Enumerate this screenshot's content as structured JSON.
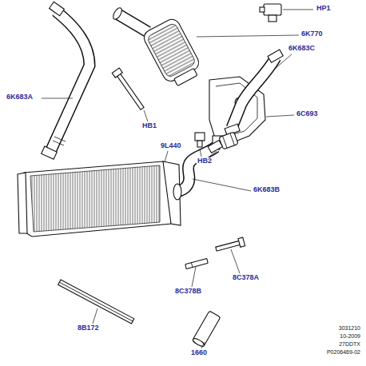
{
  "diagram": {
    "labels": [
      "HP1",
      "6K770",
      "6K683A",
      "HB1",
      "6C693",
      "6K683C",
      "HB2",
      "6K683B",
      "9L440",
      "8C378B",
      "8C378A",
      "8B172",
      "1660",
      "3031210",
      "10-2009",
      "27DDTX",
      "P0206469-02"
    ]
  }
}
